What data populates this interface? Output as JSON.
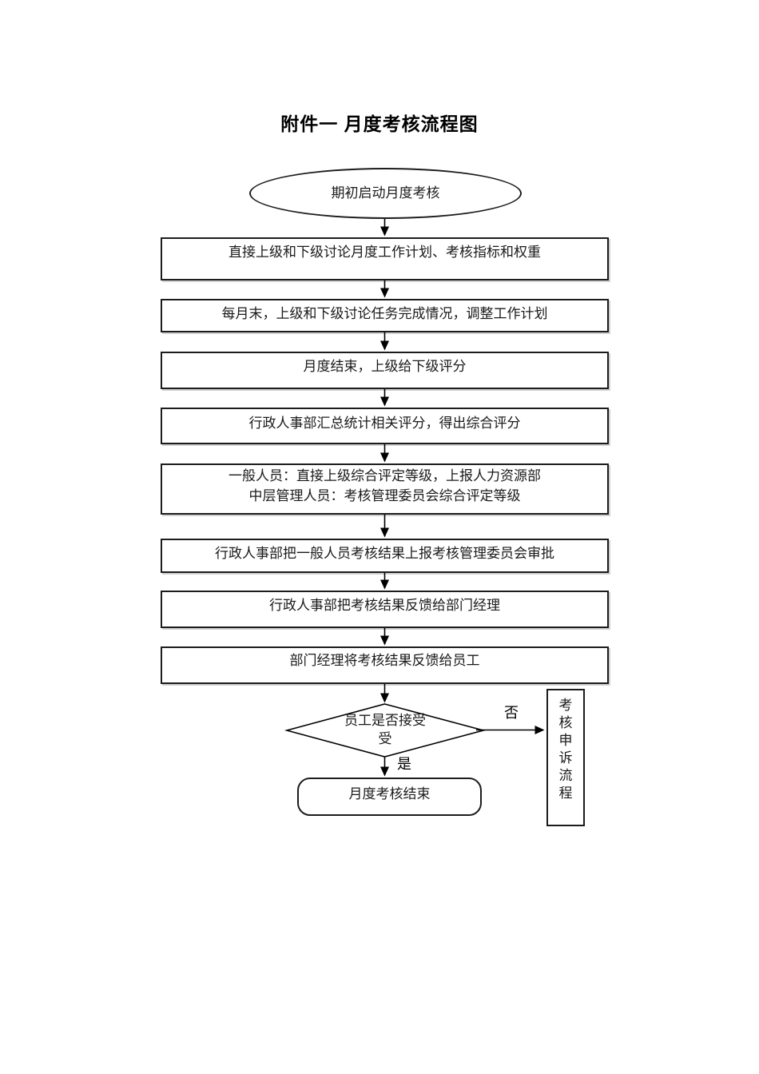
{
  "page": {
    "title": "附件一 月度考核流程图"
  },
  "flowchart": {
    "start": {
      "shape": "ellipse",
      "text": "期初启动月度考核"
    },
    "steps": [
      {
        "text": "直接上级和下级讨论月度工作计划、考核指标和权重"
      },
      {
        "text": "每月末，上级和下级讨论任务完成情况，调整工作计划"
      },
      {
        "text": "月度结束，上级给下级评分"
      },
      {
        "text": "行政人事部汇总统计相关评分，得出综合评分"
      },
      {
        "lines": [
          "一般人员：直接上级综合评定等级，上报人力资源部",
          "中层管理人员：考核管理委员会综合评定等级"
        ]
      },
      {
        "text": "行政人事部把一般人员考核结果上报考核管理委员会审批"
      },
      {
        "text": "行政人事部把考核结果反馈给部门经理"
      },
      {
        "text": "部门经理将考核结果反馈给员工"
      }
    ],
    "decision": {
      "shape": "diamond",
      "lines": [
        "员工是否接受",
        "受"
      ],
      "no_label": "否",
      "yes_label": "是"
    },
    "appeal": {
      "shape": "vertical-rect",
      "text": "考核申诉流程"
    },
    "end": {
      "shape": "rounded-rect",
      "text": "月度考核结束"
    }
  },
  "colors": {
    "background": "#ffffff",
    "line": "#000000",
    "text": "#1a1a1a"
  }
}
